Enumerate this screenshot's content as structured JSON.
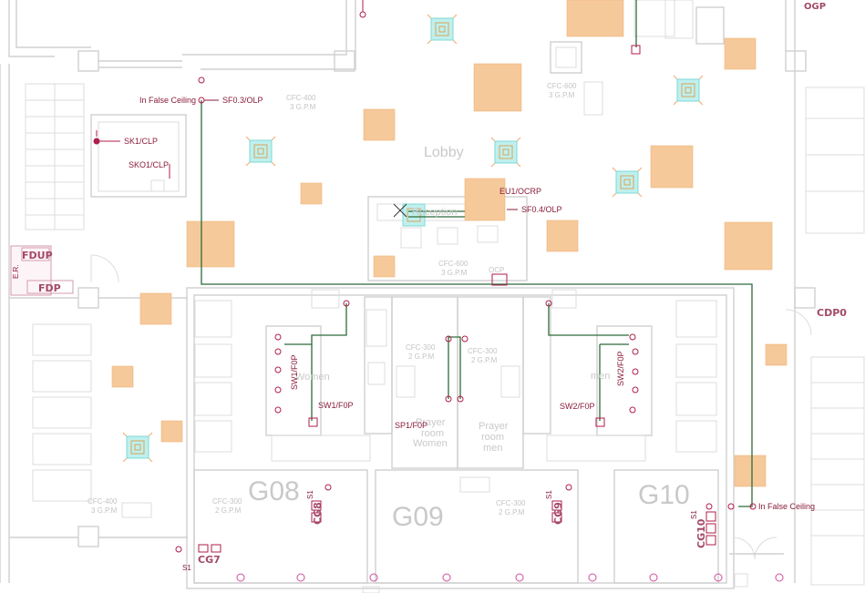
{
  "rooms": {
    "lobby": "Lobby",
    "women": "Women",
    "men": "men",
    "prayer_women": [
      "Prayer",
      "room",
      "Women"
    ],
    "prayer_men": [
      "Prayer",
      "room",
      "men"
    ],
    "g08": "G08",
    "g09": "G09",
    "g10": "G10",
    "reception_ghost": "Reception"
  },
  "sprinkler_labels": {
    "in_false_ceiling_top": "In False Ceiling",
    "sf03": "SF0.3/OLP",
    "sk1": "SK1/CLP",
    "sko1": "SKO1/CLP",
    "eu1": "EU1/OCRP",
    "sf04": "SF0.4/OLP",
    "sw1v": "SW1/F0P",
    "sw1": "SW1/F0P",
    "sp1": "SP1/F0P",
    "sw2v": "SW2/F0P",
    "sw2": "SW2/F0P",
    "in_false_ceiling_bottom": "In False Ceiling",
    "s1_g08": "S1",
    "s1_g09": "S1",
    "s1_g10": "S1",
    "s1_bottom": "S1",
    "cg8": "CG8",
    "cg9": "CG9",
    "cg10": "CG10",
    "cg7": "CG7",
    "cdp0": "CDP0",
    "fdup": "FDUP",
    "fdp": "FDP",
    "er": "E.R.",
    "ogp_top": "OGP"
  },
  "cfc_labels": {
    "cfc400_top": [
      "CFC-400",
      "3 G.P.M"
    ],
    "cfc600_top": [
      "CFC-600",
      "3 G.P.M"
    ],
    "cfc600_mid": [
      "CFC-600",
      "3 G.P.M"
    ],
    "cfc300_pw": [
      "CFC-300",
      "2 G.P.M"
    ],
    "cfc300_pm": [
      "CFC-300",
      "2 G.P.M"
    ],
    "cfc400_left": [
      "CFC-400",
      "3 G.P.M"
    ],
    "cfc300_g08": [
      "CFC-300",
      "2 G.P.M"
    ],
    "cfc300_g09": [
      "CFC-300",
      "2 G.P.M"
    ],
    "ocp": "OCP"
  },
  "colors": {
    "pipe": "#2e6b3a",
    "label": "#8a1c3a",
    "wall": "#d0d0d0",
    "ceiling_panel": "#f6c99a",
    "diffuser": "#7fd9d4"
  }
}
